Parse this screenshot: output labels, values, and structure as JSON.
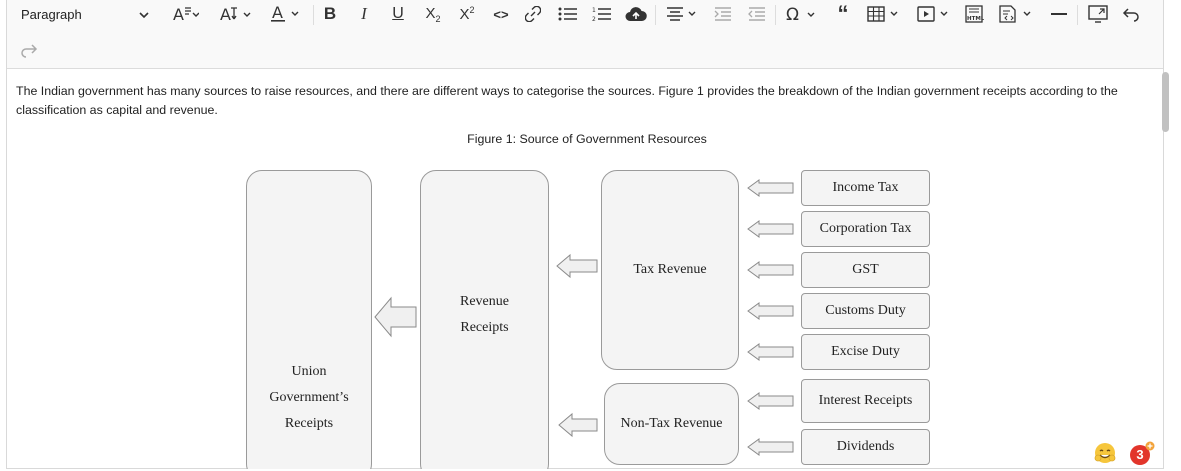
{
  "toolbar": {
    "paragraph_label": "Paragraph"
  },
  "content": {
    "paragraph": "The Indian government has many sources to raise resources, and there are different ways to categorise the sources. Figure 1 provides the breakdown of the Indian government receipts according to the classification as capital and revenue.",
    "figure_title": "Figure 1: Source of Government Resources"
  },
  "diagram": {
    "union": [
      "Union",
      "Government’s",
      "Receipts"
    ],
    "revenue": [
      "Revenue",
      "Receipts"
    ],
    "tax_revenue": "Tax Revenue",
    "non_tax_revenue": "Non-Tax Revenue",
    "tax_sources": [
      "Income Tax",
      "Corporation Tax",
      "GST",
      "Customs Duty",
      "Excise Duty"
    ],
    "non_tax_sources": [
      "Interest Receipts",
      "Dividends"
    ]
  },
  "notifications": {
    "count": "3"
  },
  "colors": {
    "accent": "#e2352b",
    "box_fill": "#f4f4f4",
    "box_border": "#9a9a9a"
  }
}
